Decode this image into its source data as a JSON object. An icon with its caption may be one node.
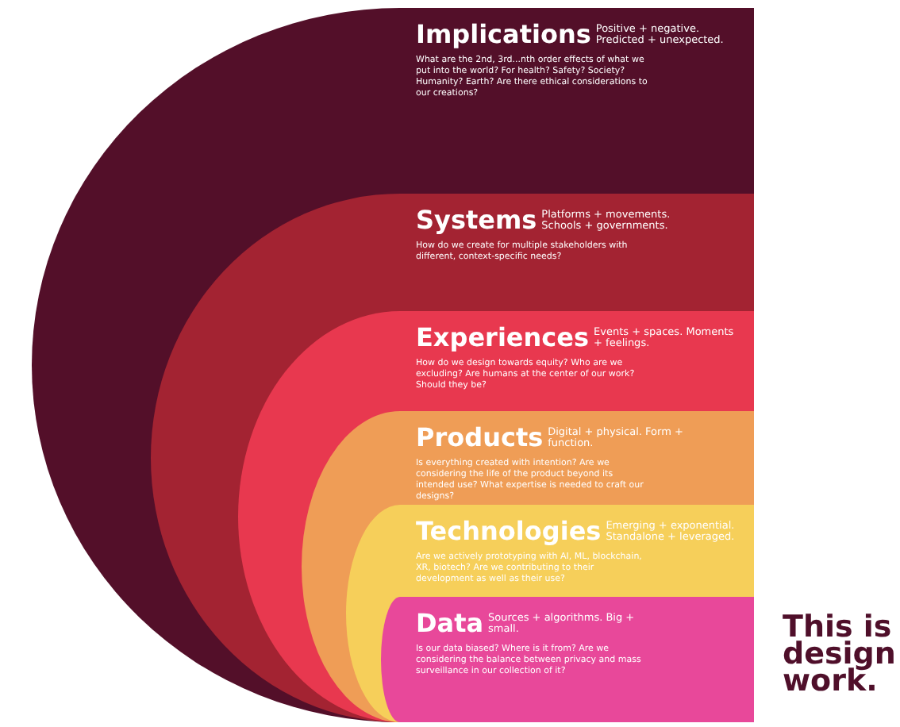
{
  "diagram": {
    "nodes": [
      {
        "text": [
          "Implications",
          "Positive + negative. Predicted + unexpected.",
          "What are the 2nd, 3rd...nth order effects of what we put into the world? For health? Safety? Society? Humanity? Earth? Are there ethical considerations to our creations?"
        ]
      },
      {
        "text": [
          "Systems",
          "Platforms + movements. Schools + governments.",
          "How do we create for multiple stakeholders with different, context-specific needs?"
        ],
        "in": 0
      },
      {
        "text": [
          "Experiences",
          "Events + spaces. Moments + feelings.",
          "How do we design towards equity? Who are we excluding? Are humans at the center of our work? Should they be?"
        ],
        "in": 1
      },
      {
        "text": [
          "Products",
          "Digital + physical. Form + function.",
          "Is everything created with intention? Are we considering the life of the product beyond its intended use? What expertise is needed to craft our designs?"
        ],
        "in": 2
      },
      {
        "text": [
          "Technologies",
          "Emerging + exponential. Standalone + leveraged.",
          "Are we actively prototyping with AI, ML, blockchain, XR, biotech? Are we contributing to their development as well as their use?"
        ],
        "in": 3
      },
      {
        "text": [
          "Data",
          "Sources + algorithms. Big + small.",
          "Is our data biased? Where is it from? Are we considering the balance between privacy and mass surveillance in our collection of it?"
        ],
        "in": 4
      }
    ],
    "labels": [
      "This is design work."
    ]
  }
}
